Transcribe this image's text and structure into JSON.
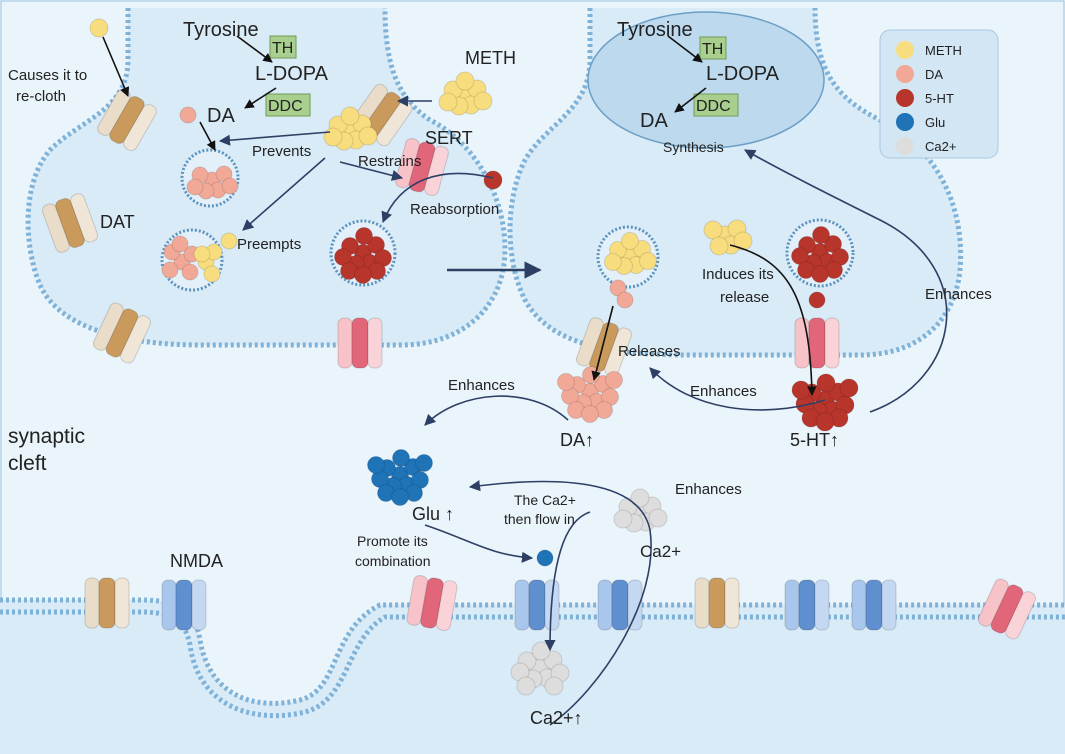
{
  "labels": {
    "tyrosine_left": "Tyrosine",
    "th_left": "TH",
    "ldopa_left": "L-DOPA",
    "da_left": "DA",
    "ddc_left": "DDC",
    "causes_recloth_1": "Causes it to",
    "causes_recloth_2": "re-cloth",
    "meth": "METH",
    "sert": "SERT",
    "prevents": "Prevents",
    "restrains": "Restrains",
    "reabsorption": "Reabsorption",
    "dat": "DAT",
    "preempts": "Preempts",
    "tyrosine_right": "Tyrosine",
    "th_right": "TH",
    "ldopa_right": "L-DOPA",
    "da_right": "DA",
    "ddc_right": "DDC",
    "synthesis": "Synthesis",
    "induces_release_1": "Induces its",
    "induces_release_2": "release",
    "enhances_right_loop": "Enhances",
    "releases": "Releases",
    "enhances_5ht_da": "Enhances",
    "enhances_da_glu": "Enhances",
    "da_up": "DA↑",
    "ht5_up": "5-HT↑",
    "synaptic_cleft_1": "synaptic",
    "synaptic_cleft_2": "cleft",
    "glu_up": "Glu ↑",
    "ca_flow_1": "The Ca2+",
    "ca_flow_2": "then flow in",
    "enhances_ca": "Enhances",
    "ca_cluster": "Ca2+",
    "promote_1": "Promote its",
    "promote_2": "combination",
    "nmda": "NMDA",
    "ca_up": "Ca2+↑"
  },
  "legend": {
    "items": [
      {
        "name": "METH",
        "color": "#f8dd7f"
      },
      {
        "name": "DA",
        "color": "#f2a896"
      },
      {
        "name": "5-HT",
        "color": "#b8352c"
      },
      {
        "name": "Glu",
        "color": "#1f73b7"
      },
      {
        "name": "Ca2+",
        "color": "#dddddd"
      }
    ]
  },
  "colors": {
    "meth": "#f8dd7f",
    "da": "#f2a896",
    "ht5": "#b8352c",
    "glu": "#1f73b7",
    "ca": "#dddddd",
    "membrane": "#7fb2d8",
    "arrow": "#2e3f66",
    "enzyme_box": "#a9cf8e"
  }
}
